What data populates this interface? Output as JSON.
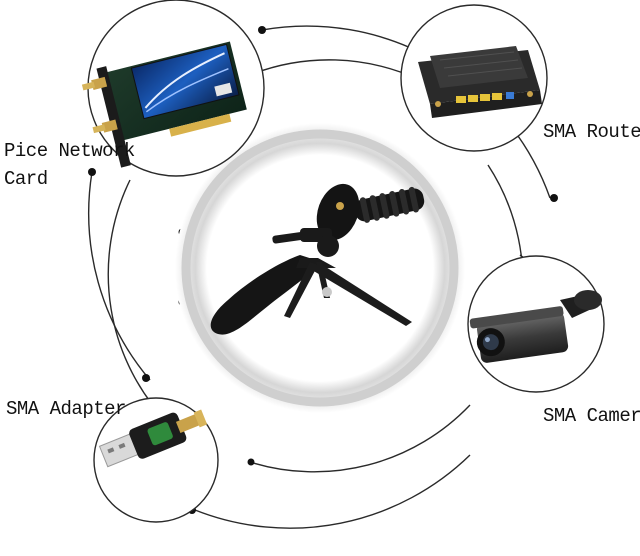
{
  "labels": {
    "network_card_line1": "Pice Network",
    "network_card_line2": "Card",
    "router": "SMA Router",
    "adapter": "SMA Adapter",
    "camera": "SMA Camera"
  },
  "icons": {
    "center": "tripod-antenna-mount",
    "top_left": "pcie-network-card",
    "top_right": "router",
    "bottom_right": "security-camera",
    "bottom_left": "usb-wifi-adapter"
  },
  "colors": {
    "ring_stroke": "#2a2a2a",
    "halo": "#c8c8c8",
    "device_black": "#1c1c1c",
    "brass": "#c9a24a"
  }
}
